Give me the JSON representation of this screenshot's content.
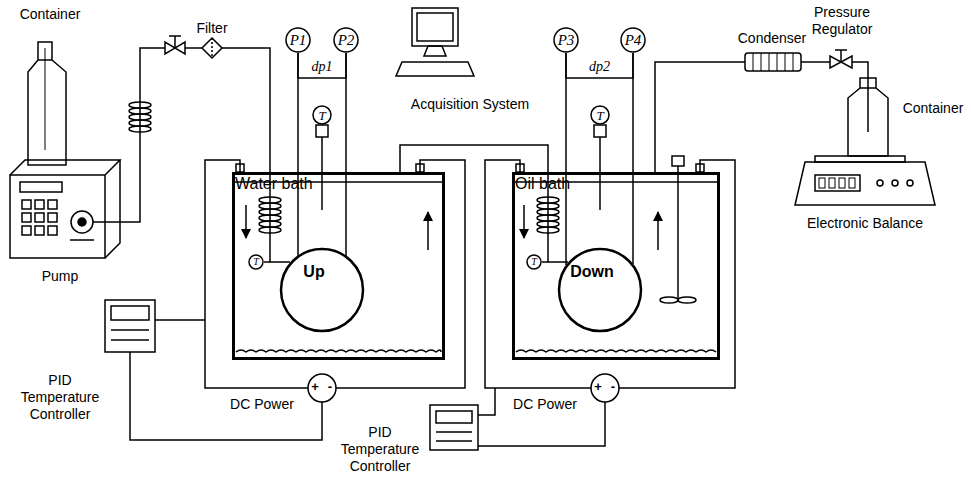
{
  "diagram": {
    "nodes": [
      {
        "text": [
          "P1"
        ]
      },
      {
        "text": [
          "P2"
        ]
      },
      {
        "text": [
          "T"
        ]
      },
      {
        "text": [
          "P3"
        ]
      },
      {
        "text": [
          "P4"
        ]
      },
      {
        "text": [
          "T"
        ]
      },
      {
        "text": [
          "Water bath"
        ]
      },
      {
        "text": [
          "Up"
        ],
        "in": 6
      },
      {
        "text": [
          "T"
        ],
        "in": 6
      },
      {
        "text": [
          "Oil bath"
        ]
      },
      {
        "text": [
          "Down"
        ],
        "in": 9
      },
      {
        "text": [
          "T"
        ],
        "in": 9
      }
    ],
    "edges": [
      {
        "from": 0,
        "to": 1,
        "label": "dp1",
        "arrow": "none"
      },
      {
        "from": 3,
        "to": 4,
        "label": "dp2",
        "arrow": "none"
      }
    ],
    "labels": [
      "Container",
      "Filter",
      "Acquisition System",
      "Condenser",
      "Pressure Regulator",
      "Container",
      "Pump",
      "Electronic Balance",
      "PID Temperature Controller",
      "DC Power",
      "+",
      "-",
      "PID Temperature Controller",
      "DC Power",
      "+",
      "-"
    ]
  }
}
